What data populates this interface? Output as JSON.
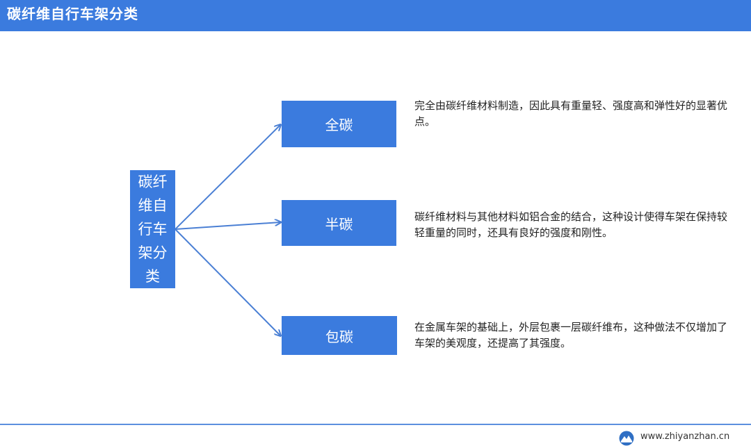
{
  "header": {
    "title": "碳纤维自行车架分类"
  },
  "diagram": {
    "root": {
      "label": "碳纤维自行车架分类"
    },
    "branches": [
      {
        "label": "全碳",
        "description": "完全由碳纤维材料制造，因此具有重量轻、强度高和弹性好的显著优点。"
      },
      {
        "label": "半碳",
        "description": "碳纤维材料与其他材料如铝合金的结合，这种设计使得车架在保持较轻重量的同时，还具有良好的强度和刚性。"
      },
      {
        "label": "包碳",
        "description": "在金属车架的基础上，外层包裹一层碳纤维布，这种做法不仅增加了车架的美观度，还提高了其强度。"
      }
    ]
  },
  "footer": {
    "url": "www.zhiyanzhan.cn",
    "logo_icon": "globe-logo-icon"
  },
  "colors": {
    "accent": "#3b7bde",
    "footer_line": "#5b8fde"
  }
}
